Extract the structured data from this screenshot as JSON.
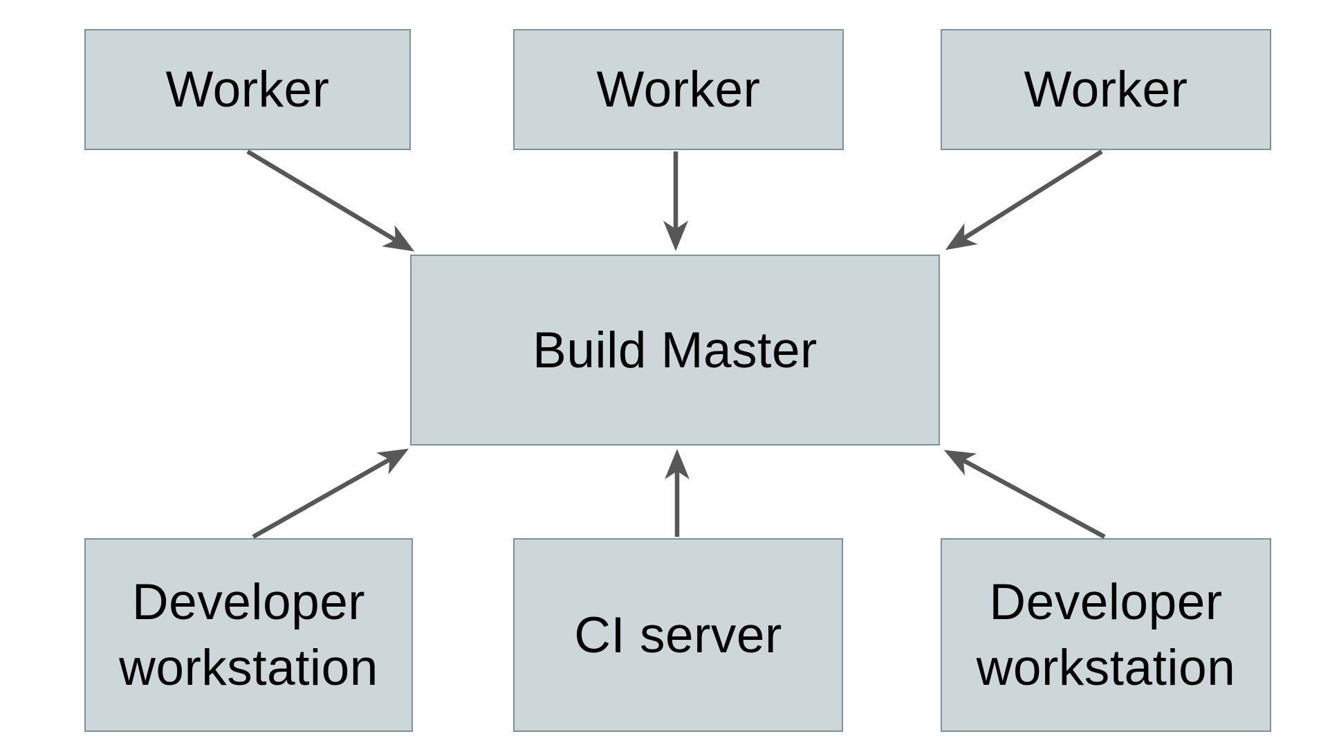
{
  "diagram": {
    "title_hint": "Build Master distributed build architecture",
    "background_color": "#ffffff",
    "node_fill_color": "#cdd7da",
    "node_border_color": "#7b919b",
    "arrow_color": "#575757",
    "text_color": "#000000",
    "nodes": {
      "worker_1": {
        "label": "Worker"
      },
      "worker_2": {
        "label": "Worker"
      },
      "worker_3": {
        "label": "Worker"
      },
      "build_master": {
        "label": "Build Master"
      },
      "dev_workstation_left": {
        "label": "Developer workstation"
      },
      "ci_server": {
        "label": "CI server"
      },
      "dev_workstation_right": {
        "label": "Developer workstation"
      }
    },
    "edges": [
      {
        "from": "worker_1",
        "to": "build_master",
        "direction": "diagonal-down-right"
      },
      {
        "from": "worker_2",
        "to": "build_master",
        "direction": "straight-down"
      },
      {
        "from": "worker_3",
        "to": "build_master",
        "direction": "diagonal-down-left"
      },
      {
        "from": "dev_workstation_left",
        "to": "build_master",
        "direction": "diagonal-up-right"
      },
      {
        "from": "ci_server",
        "to": "build_master",
        "direction": "straight-up"
      },
      {
        "from": "dev_workstation_right",
        "to": "build_master",
        "direction": "diagonal-up-left"
      }
    ]
  }
}
